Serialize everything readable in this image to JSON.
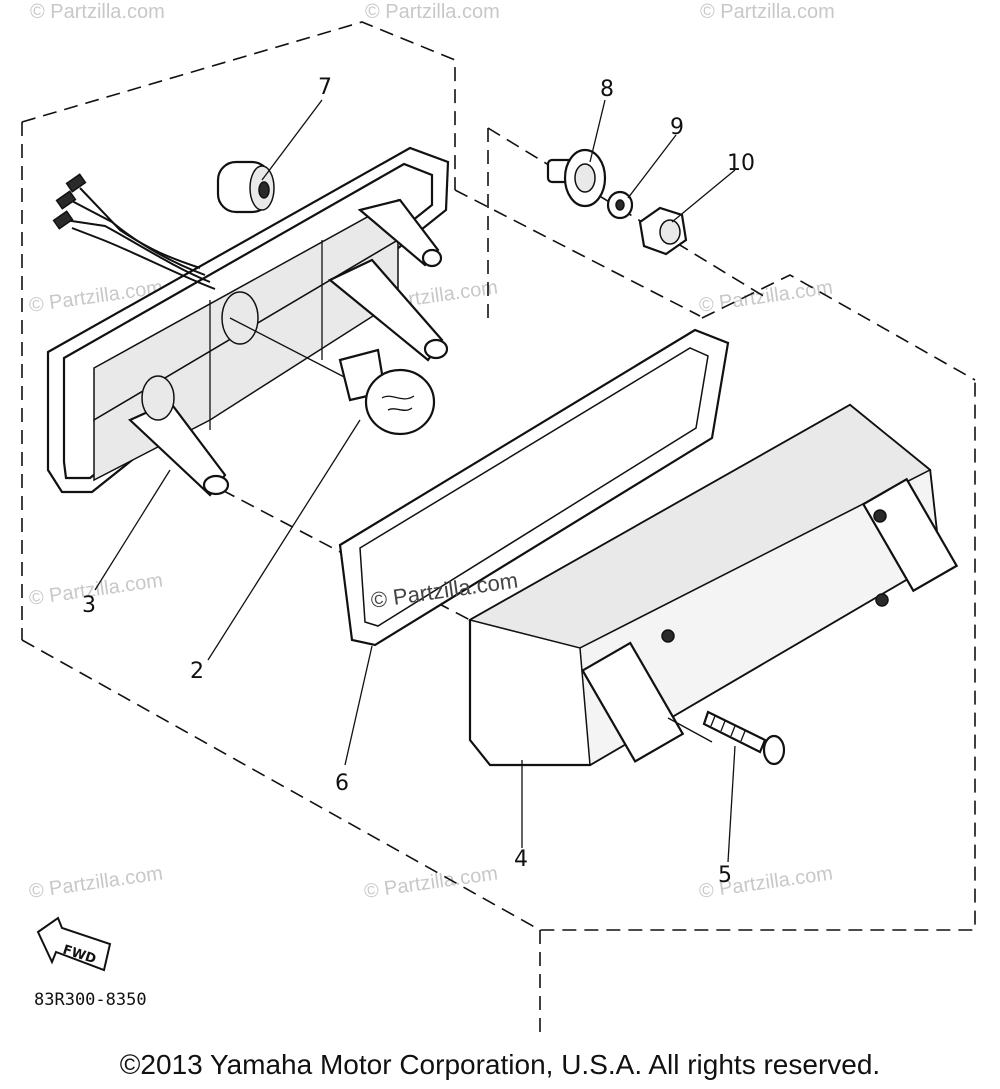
{
  "callouts": {
    "c1": "2",
    "c2": "3",
    "c3": "4",
    "c4": "5",
    "c5": "6",
    "c6": "7",
    "c7": "8",
    "c8": "9",
    "c9": "10"
  },
  "watermark": "© Partzilla.com",
  "fwd_label": "FWD",
  "diagram_code": "83R300-8350",
  "copyright": "©2013 Yamaha Motor Corporation, U.S.A. All rights reserved."
}
